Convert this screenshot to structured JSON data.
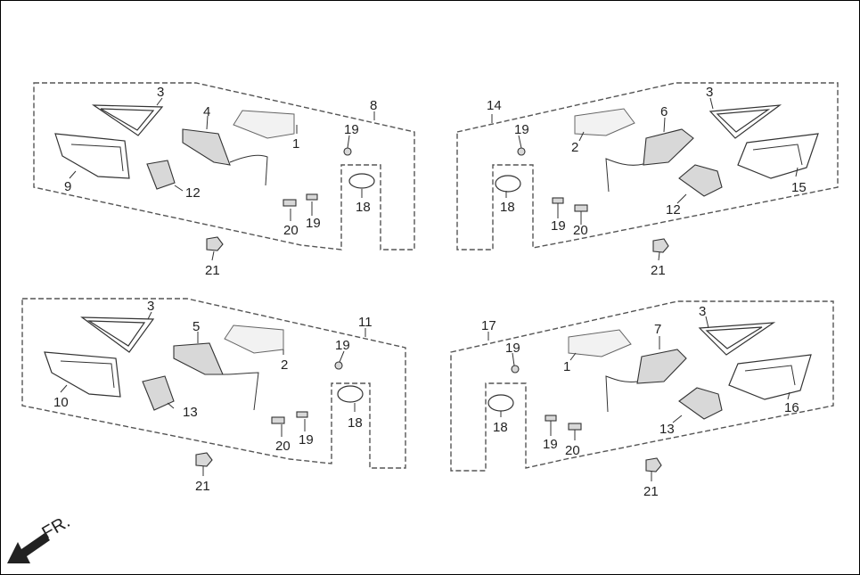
{
  "direction_label": "FR.",
  "panels": {
    "top_left": {
      "set": "8",
      "labels": [
        "3",
        "4",
        "1",
        "9",
        "12",
        "19",
        "20",
        "19",
        "18",
        "21"
      ]
    },
    "top_right": {
      "set": "14",
      "labels": [
        "3",
        "6",
        "2",
        "19",
        "18",
        "19",
        "20",
        "12",
        "15",
        "21"
      ]
    },
    "bottom_left": {
      "set": "11",
      "labels": [
        "3",
        "5",
        "2",
        "10",
        "13",
        "19",
        "20",
        "19",
        "18",
        "21"
      ]
    },
    "bottom_right": {
      "set": "17",
      "labels": [
        "3",
        "7",
        "1",
        "19",
        "18",
        "19",
        "20",
        "13",
        "16",
        "21"
      ]
    }
  }
}
